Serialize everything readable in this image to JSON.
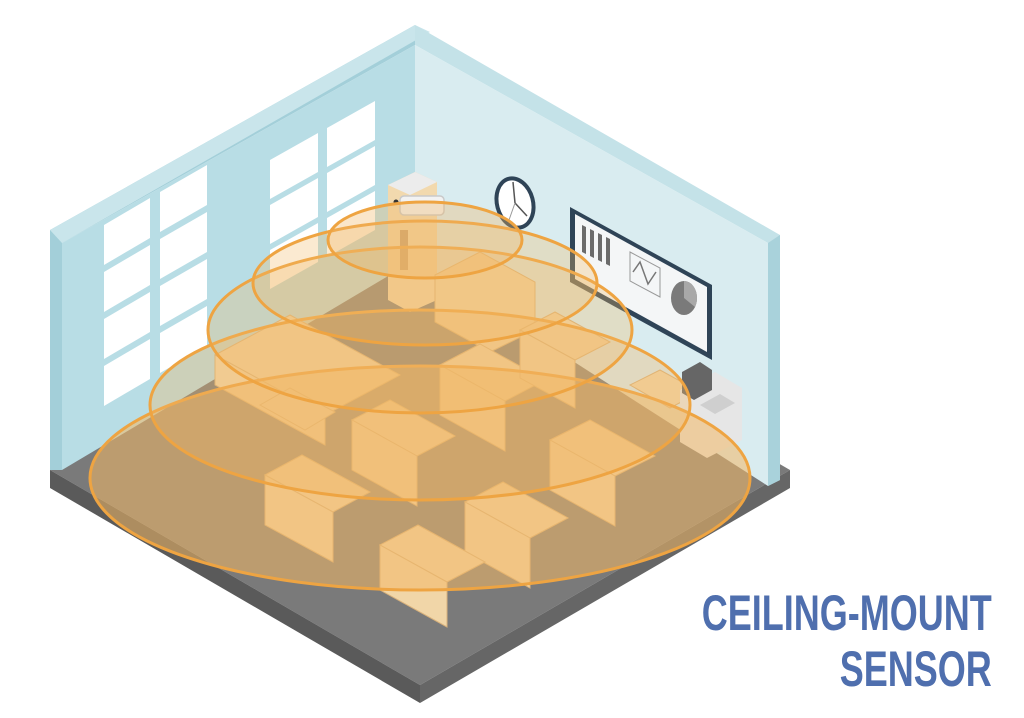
{
  "caption": {
    "line1": "CEILING-MOUNT",
    "line2": "SENSOR",
    "color": "#4f6fae"
  },
  "scene": {
    "description": "Isometric office room with ceiling-mounted sensor and concentric coverage zones",
    "colors": {
      "wall_outer": "#a9d4de",
      "wall_left_inner": "#b9dfe6",
      "wall_right_inner": "#d7ebef",
      "wall_top_edge": "#c6e3e9",
      "floor_base": "#737373",
      "floor_side": "#5e5e5e",
      "window": "#ffffff",
      "coverage_fill": "#f2b866",
      "coverage_stroke": "#eea442",
      "furniture": "#f1d6a8",
      "furniture_shadow": "#d9b27c",
      "frame_dark": "#2f4457"
    },
    "coverage_rings": 4,
    "objects": [
      "sensor",
      "clock",
      "wall-chart-board",
      "laptop-desk",
      "coffee-machine",
      "desks",
      "sofas",
      "windows"
    ]
  }
}
